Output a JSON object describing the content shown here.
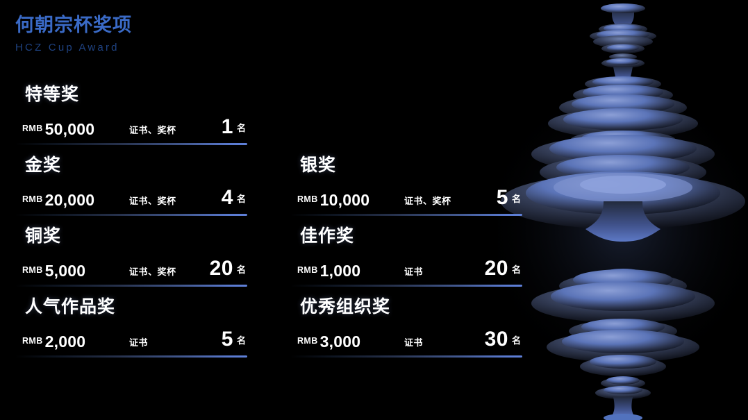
{
  "header": {
    "title": "何朝宗杯奖项",
    "subtitle": "HCZ Cup Award"
  },
  "labels": {
    "currency": "RMB",
    "count_unit": "名"
  },
  "colors": {
    "background": "#000000",
    "title_blue": "#3a6ac6",
    "subtitle_blue": "#1f4383",
    "rule_accent": "#5f80d8",
    "text_white": "#ffffff",
    "sculpture_blue": "#5b74b8"
  },
  "decoration": {
    "name": "ceramic-vase-sculpture",
    "description": "stacked elliptical disc vase form in blue-grey gradient"
  },
  "left_column": [
    {
      "name": "特等奖",
      "currency": "RMB",
      "amount": "50,000",
      "prize": "证书、奖杯",
      "count": "1",
      "unit": "名"
    },
    {
      "name": "金奖",
      "currency": "RMB",
      "amount": "20,000",
      "prize": "证书、奖杯",
      "count": "4",
      "unit": "名"
    },
    {
      "name": "铜奖",
      "currency": "RMB",
      "amount": "5,000",
      "prize": "证书、奖杯",
      "count": "20",
      "unit": "名"
    },
    {
      "name": "人气作品奖",
      "currency": "RMB",
      "amount": "2,000",
      "prize": "证书",
      "count": "5",
      "unit": "名"
    }
  ],
  "right_column": [
    {
      "name": "银奖",
      "currency": "RMB",
      "amount": "10,000",
      "prize": "证书、奖杯",
      "count": "5",
      "unit": "名"
    },
    {
      "name": "佳作奖",
      "currency": "RMB",
      "amount": "1,000",
      "prize": "证书",
      "count": "20",
      "unit": "名"
    },
    {
      "name": "优秀组织奖",
      "currency": "RMB",
      "amount": "3,000",
      "prize": "证书",
      "count": "30",
      "unit": "名"
    }
  ]
}
